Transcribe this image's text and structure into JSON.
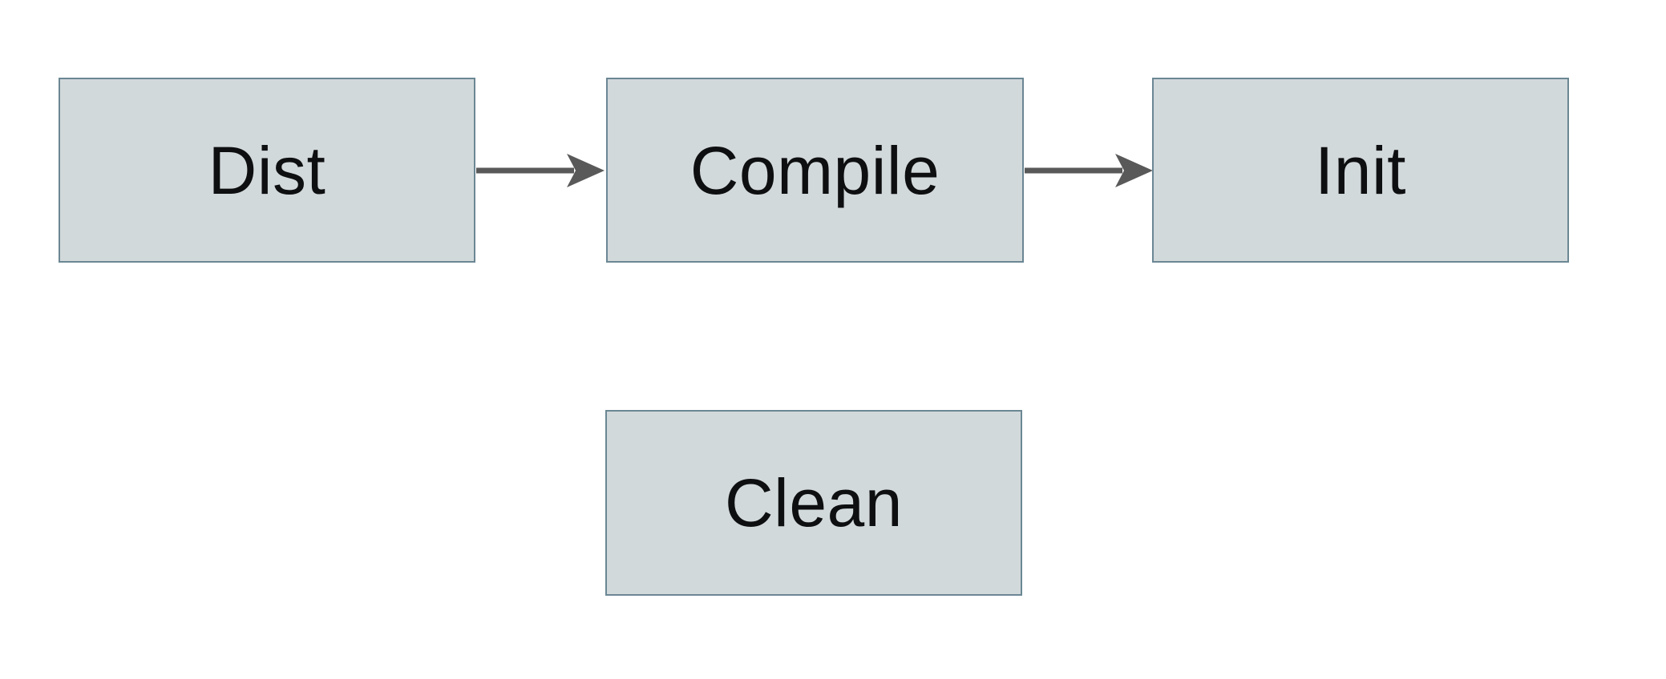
{
  "diagram": {
    "type": "flowchart",
    "nodes": [
      {
        "id": "dist",
        "label": "Dist"
      },
      {
        "id": "compile",
        "label": "Compile"
      },
      {
        "id": "init",
        "label": "Init"
      },
      {
        "id": "clean",
        "label": "Clean"
      }
    ],
    "edges": [
      {
        "from": "dist",
        "to": "compile",
        "style": "arrow"
      },
      {
        "from": "compile",
        "to": "init",
        "style": "arrow"
      }
    ]
  },
  "theme": {
    "page_bg": "#ffffff",
    "node_fill": "#d2d9db",
    "node_border": "#6b8794",
    "arrow_color": "#595959",
    "text_color": "#0e0f10"
  }
}
